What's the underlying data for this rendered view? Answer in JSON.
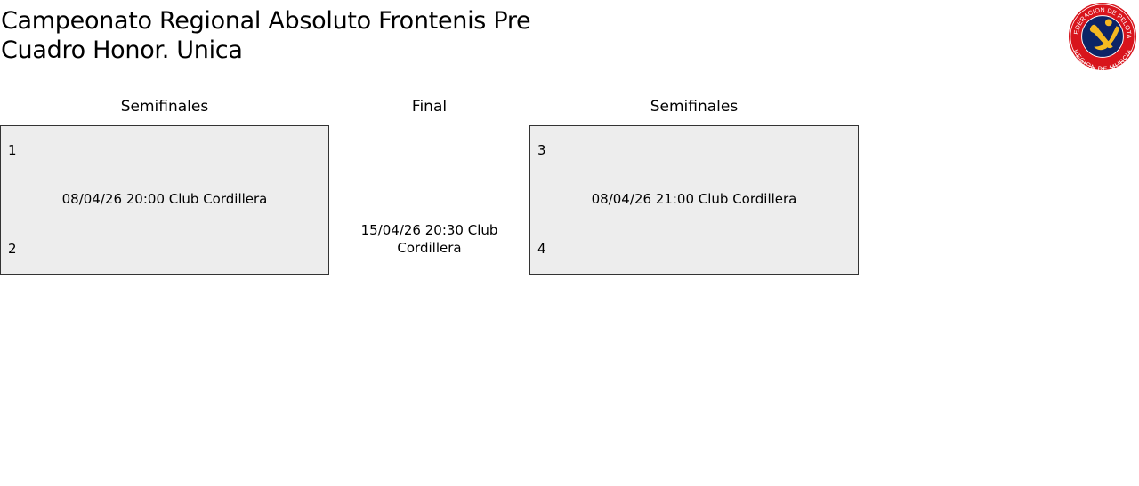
{
  "title_line1": "Campeonato Regional Absoluto Frontenis Pre",
  "title_line2": "Cuadro Honor. Unica",
  "logo": {
    "top_text": "FEDERACION DE PELOTA",
    "bottom_text": "REGION DE MURCIA",
    "colors": {
      "ring": "#d8141c",
      "center": "#0c2466",
      "emblem": "#f5b921"
    }
  },
  "rounds": [
    {
      "label": "Semifinales",
      "match": {
        "seed_top": "1",
        "seed_bottom": "2",
        "info": "08/04/26 20:00 Club Cordillera"
      }
    },
    {
      "label": "Final",
      "match": {
        "info": "15/04/26 20:30 Club Cordillera"
      }
    },
    {
      "label": "Semifinales",
      "match": {
        "seed_top": "3",
        "seed_bottom": "4",
        "info": "08/04/26 21:00 Club Cordillera"
      }
    }
  ]
}
